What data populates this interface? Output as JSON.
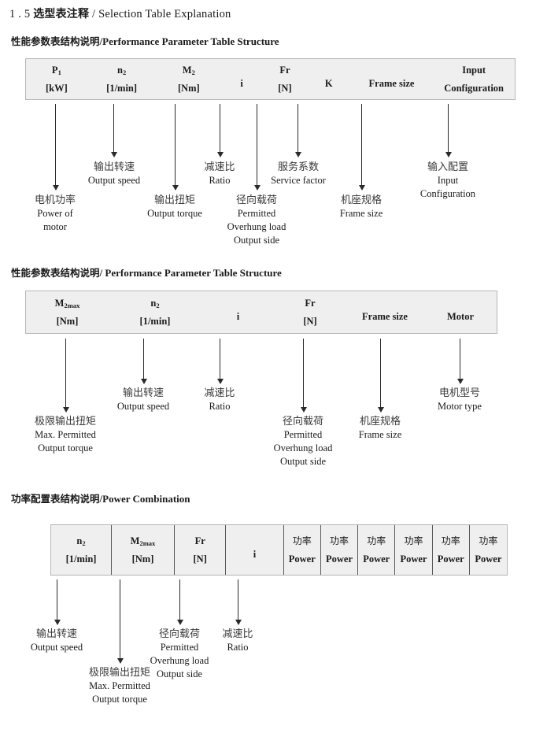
{
  "page": {
    "title_number": "1 . 5",
    "title_cn": "选型表注释",
    "title_sep": "/",
    "title_en": "Selection Table Explanation"
  },
  "sections": [
    {
      "id": "performance-parameter-1",
      "heading_cn": "性能参数表结构说明",
      "heading_sep": "/",
      "heading_en": "Performance Parameter Table Structure",
      "columns": [
        {
          "symbol": "P",
          "sub": "1",
          "unit": "[kW]"
        },
        {
          "symbol": "n",
          "sub": "2",
          "unit": "[1/min]"
        },
        {
          "symbol": "M",
          "sub": "2",
          "unit": "[Nm]"
        },
        {
          "symbol": "i",
          "sub": "",
          "unit": ""
        },
        {
          "symbol": "Fr",
          "sub": "",
          "unit": "[N]"
        },
        {
          "symbol": "K",
          "sub": "",
          "unit": ""
        },
        {
          "symbol": "Frame size",
          "sub": "",
          "unit": ""
        },
        {
          "symbol": "Input",
          "sub": "",
          "unit": "Configuration"
        }
      ],
      "annotations": [
        {
          "cn": "电机功率",
          "en": [
            "Power of",
            "motor"
          ]
        },
        {
          "cn": "输出转速",
          "en": [
            "Output speed"
          ]
        },
        {
          "cn": "输出扭矩",
          "en": [
            "Output torque"
          ]
        },
        {
          "cn": "减速比",
          "en": [
            "Ratio"
          ]
        },
        {
          "cn": "径向载荷",
          "en": [
            "Permitted",
            "Overhung load",
            "Output side"
          ]
        },
        {
          "cn": "服务系数",
          "en": [
            "Service factor"
          ]
        },
        {
          "cn": "机座规格",
          "en": [
            "Frame size"
          ]
        },
        {
          "cn": "输入配置",
          "en": [
            "Input",
            "Configuration"
          ]
        }
      ]
    },
    {
      "id": "performance-parameter-2",
      "heading_cn": "性能参数表结构说明",
      "heading_sep": "/",
      "heading_en": "Performance Parameter Table Structure",
      "columns": [
        {
          "symbol": "M",
          "sub": "2max",
          "unit": "[Nm]"
        },
        {
          "symbol": "n",
          "sub": "2",
          "unit": "[1/min]"
        },
        {
          "symbol": "i",
          "sub": "",
          "unit": ""
        },
        {
          "symbol": "Fr",
          "sub": "",
          "unit": "[N]"
        },
        {
          "symbol": "Frame size",
          "sub": "",
          "unit": ""
        },
        {
          "symbol": "Motor",
          "sub": "",
          "unit": ""
        }
      ],
      "annotations": [
        {
          "cn": "极限输出扭矩",
          "en": [
            "Max. Permitted",
            "Output  torque"
          ]
        },
        {
          "cn": "输出转速",
          "en": [
            "Output speed"
          ]
        },
        {
          "cn": "减速比",
          "en": [
            "Ratio"
          ]
        },
        {
          "cn": "径向载荷",
          "en": [
            "Permitted",
            "Overhung load",
            "Output side"
          ]
        },
        {
          "cn": "机座规格",
          "en": [
            "Frame size"
          ]
        },
        {
          "cn": "电机型号",
          "en": [
            "Motor type"
          ]
        }
      ]
    },
    {
      "id": "power-combination",
      "heading_cn": "功率配置表结构说明",
      "heading_sep": "/",
      "heading_en": "Power Combination",
      "columns": [
        {
          "symbol": "n",
          "sub": "2",
          "unit": "[1/min]"
        },
        {
          "symbol": "M",
          "sub": "2max",
          "unit": "[Nm]"
        },
        {
          "symbol": "Fr",
          "sub": "",
          "unit": "[N]"
        },
        {
          "symbol": "i",
          "sub": "",
          "unit": ""
        },
        {
          "symbol": "功率",
          "sub": "",
          "unit": "Power"
        },
        {
          "symbol": "功率",
          "sub": "",
          "unit": "Power"
        },
        {
          "symbol": "功率",
          "sub": "",
          "unit": "Power"
        },
        {
          "symbol": "功率",
          "sub": "",
          "unit": "Power"
        },
        {
          "symbol": "功率",
          "sub": "",
          "unit": "Power"
        },
        {
          "symbol": "功率",
          "sub": "",
          "unit": "Power"
        }
      ],
      "annotations": [
        {
          "cn": "输出转速",
          "en": [
            "Output speed"
          ]
        },
        {
          "cn": "极限输出扭矩",
          "en": [
            "Max. Permitted",
            "Output  torque"
          ]
        },
        {
          "cn": "径向载荷",
          "en": [
            "Permitted",
            "Overhung load",
            "Output side"
          ]
        },
        {
          "cn": "减速比",
          "en": [
            "Ratio"
          ]
        }
      ]
    }
  ],
  "colors": {
    "table_fill": "#efefef",
    "table_border": "#b6b6b6",
    "divider": "#585858",
    "arrow": "#2a2a2a",
    "text": "#1a1a1a"
  }
}
